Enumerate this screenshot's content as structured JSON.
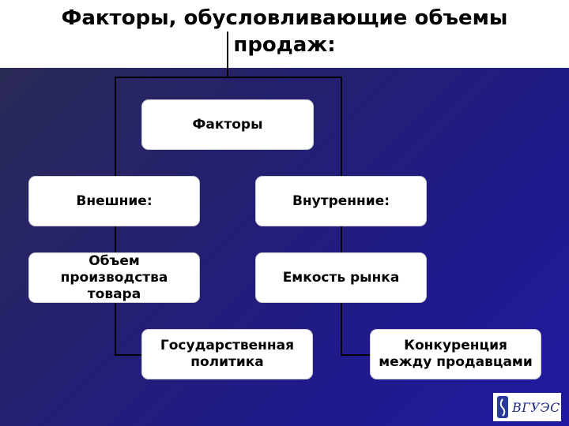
{
  "title": "Факторы, обусловливающие объемы продаж:",
  "nodes": {
    "root": "Факторы",
    "external": "Внешние:",
    "internal": "Внутренние:",
    "external_1": "Объем производства товара",
    "internal_1": "Емкость рынка",
    "external_2": "Государственная политика",
    "internal_2": "Конкуренция между продавцами"
  },
  "logo": {
    "text": "ВГУЭС"
  }
}
